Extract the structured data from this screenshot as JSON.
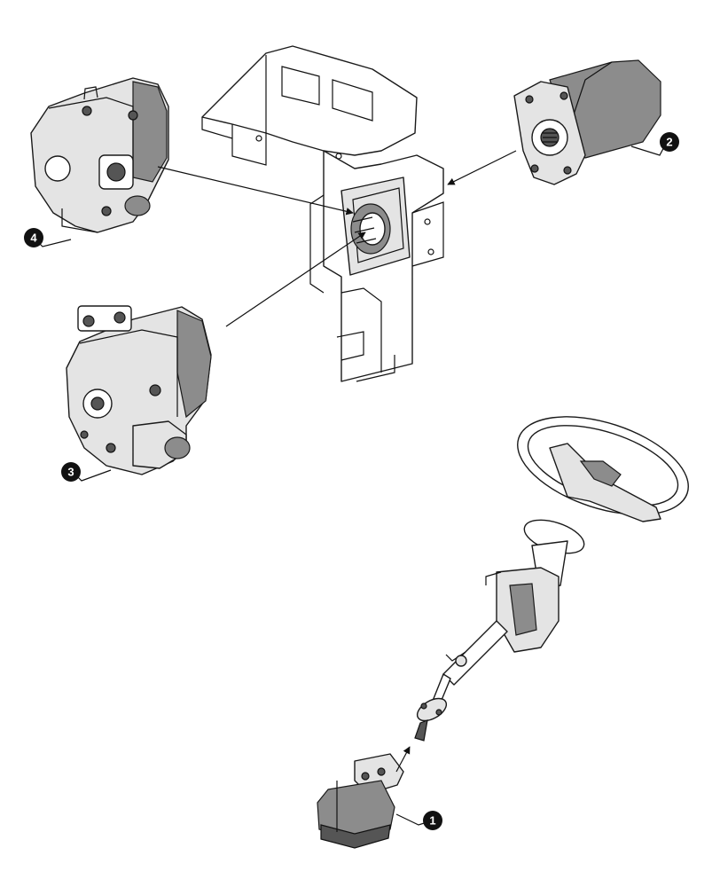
{
  "callouts": [
    {
      "id": "1",
      "label": "1"
    },
    {
      "id": "2",
      "label": "2"
    },
    {
      "id": "3",
      "label": "3"
    },
    {
      "id": "4",
      "label": "4"
    }
  ],
  "colors": {
    "line": "#111111",
    "part_fill": "#e4e4e4",
    "part_shade": "#8c8c8c",
    "callout_fill": "#111111"
  },
  "parts": [
    {
      "name": "steering-unit",
      "callout": "1"
    },
    {
      "name": "gear-pump",
      "callout": "2"
    },
    {
      "name": "piston-pump-large",
      "callout": "3"
    },
    {
      "name": "piston-pump-small",
      "callout": "4"
    },
    {
      "name": "chassis-housing"
    },
    {
      "name": "steering-column"
    },
    {
      "name": "steering-wheel"
    }
  ]
}
